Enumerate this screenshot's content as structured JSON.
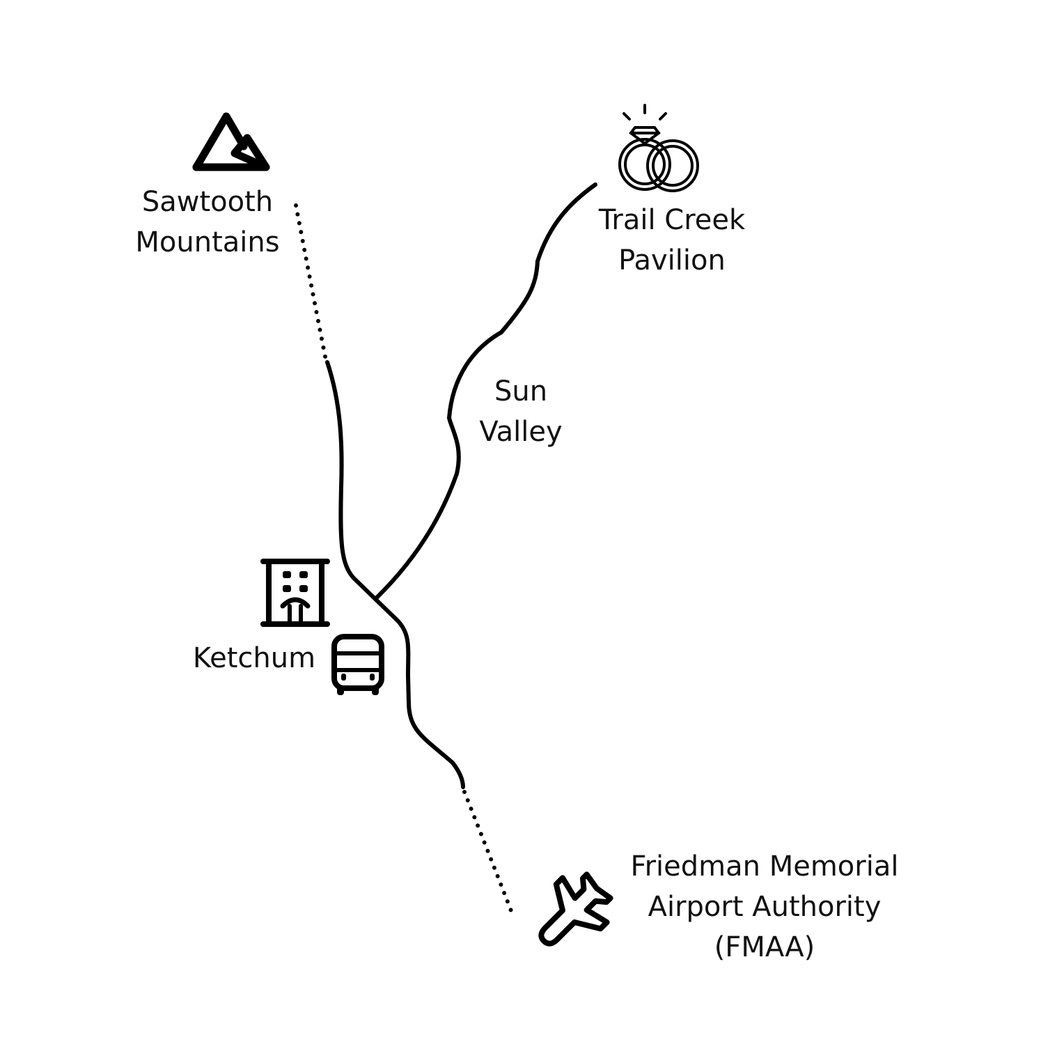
{
  "places": {
    "sawtooth": {
      "line1": "Sawtooth",
      "line2": "Mountains",
      "icon": "mountain-icon"
    },
    "trail_creek": {
      "line1": "Trail Creek",
      "line2": "Pavilion",
      "icon": "wedding-rings-icon"
    },
    "sun_valley": {
      "line1": "Sun",
      "line2": "Valley"
    },
    "ketchum": {
      "label": "Ketchum",
      "icons": [
        "hotel-icon",
        "bus-icon"
      ]
    },
    "airport": {
      "line1": "Friedman Memorial",
      "line2": "Airport Authority",
      "line3": "(FMAA)",
      "icon": "airplane-icon"
    }
  },
  "colors": {
    "ink": "#000000",
    "background": "#ffffff"
  }
}
